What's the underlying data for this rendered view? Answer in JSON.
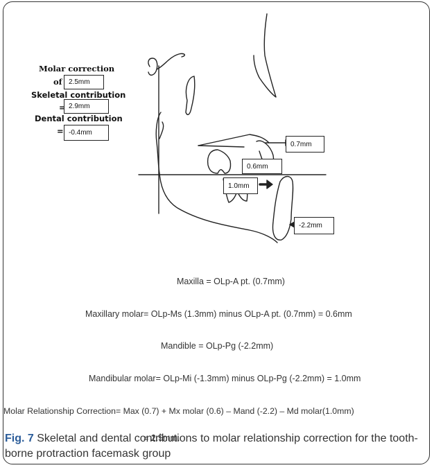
{
  "labels": {
    "molar_correction": "Molar correction",
    "of": "of",
    "skeletal_contribution": "Skeletal contribution",
    "eq1": "=",
    "dental_contribution": "Dental contribution",
    "eq2": "="
  },
  "summary_boxes": {
    "molar": "2.5mm",
    "skeletal": "2.9mm",
    "dental": "-0.4mm"
  },
  "diagram_boxes": {
    "maxilla": "0.7mm",
    "max_molar": "0.6mm",
    "mand_molar": "1.0mm",
    "mandible": "-2.2mm"
  },
  "equations": [
    "Maxilla = OLp-A pt. (0.7mm)",
    "Maxillary molar= OLp-Ms (1.3mm) minus OLp-A pt. (0.7mm) = 0.6mm",
    "Mandible = OLp-Pg (-2.2mm)",
    "Mandibular molar= OLp-Mi (-1.3mm) minus OLp-Pg (-2.2mm) = 1.0mm",
    "Molar Relationship Correction= Max (0.7) + Mx molar (0.6) – Mand (-2.2) – Md molar(1.0mm)",
    "= 2.5mm."
  ],
  "caption": {
    "label": "Fig. 7",
    "text": " Skeletal and dental contributions to molar relationship correction for the tooth-borne protraction facemask group"
  }
}
